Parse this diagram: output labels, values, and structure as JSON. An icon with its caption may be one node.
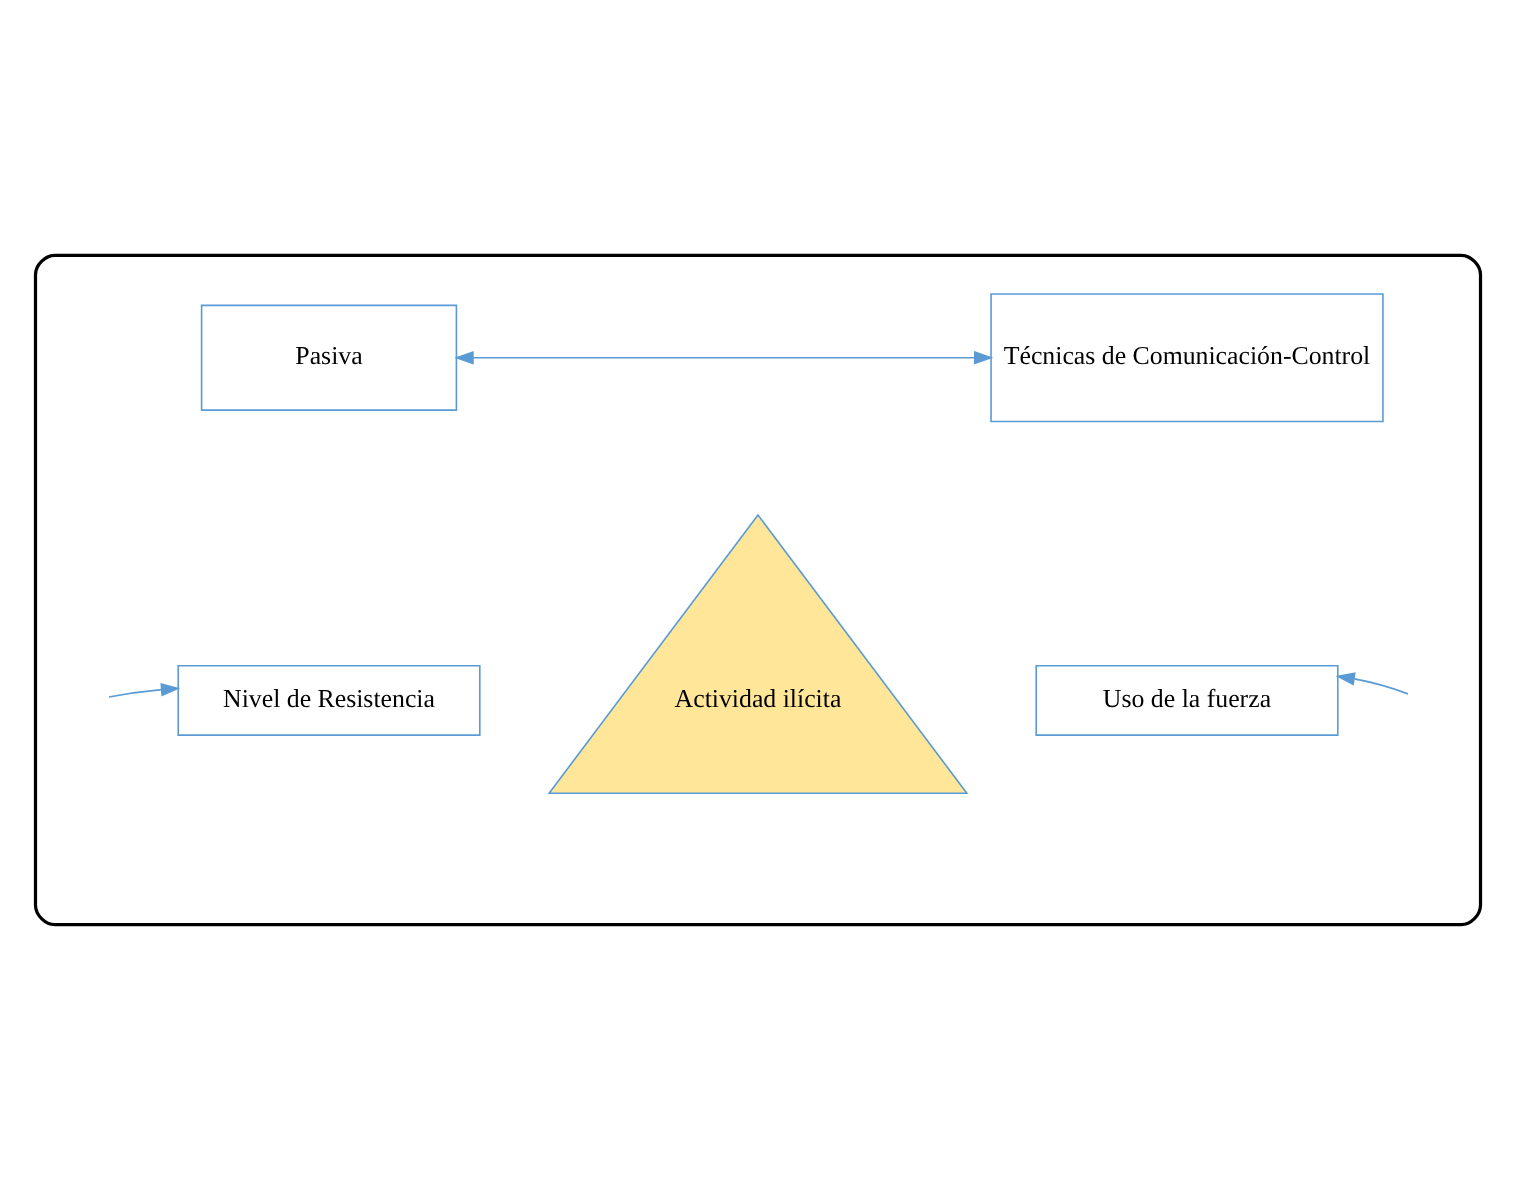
{
  "diagram": {
    "nodes": [
      {
        "text": [],
        "shape": "box"
      },
      {
        "text": [
          "Pasiva"
        ],
        "in": 0
      },
      {
        "text": [
          "Técnicas de Comunicación-Control"
        ],
        "in": 0
      },
      {
        "text": [
          "Nivel de Resistencia"
        ],
        "in": 0
      },
      {
        "text": [
          "Actividad ilícita"
        ],
        "in": 0
      },
      {
        "text": [
          "Uso de la fuerza"
        ],
        "in": 0
      }
    ],
    "edges": [
      {
        "from": 1,
        "to": 2,
        "arrow": "both"
      },
      {
        "from": null,
        "to": 3,
        "arrow": "to"
      },
      {
        "from": null,
        "to": 5,
        "arrow": "to"
      }
    ]
  }
}
